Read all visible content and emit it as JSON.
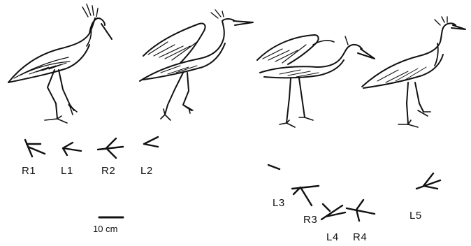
{
  "track_labels": {
    "r1": "R1",
    "l1": "L1",
    "r2": "R2",
    "l2": "L2",
    "l3": "L3",
    "r3": "R3",
    "l4": "L4",
    "r4": "R4",
    "l5": "L5"
  },
  "scale_bar": {
    "label": "10 cm"
  },
  "colors": {
    "ink": "#111111",
    "paper": "#ffffff"
  }
}
